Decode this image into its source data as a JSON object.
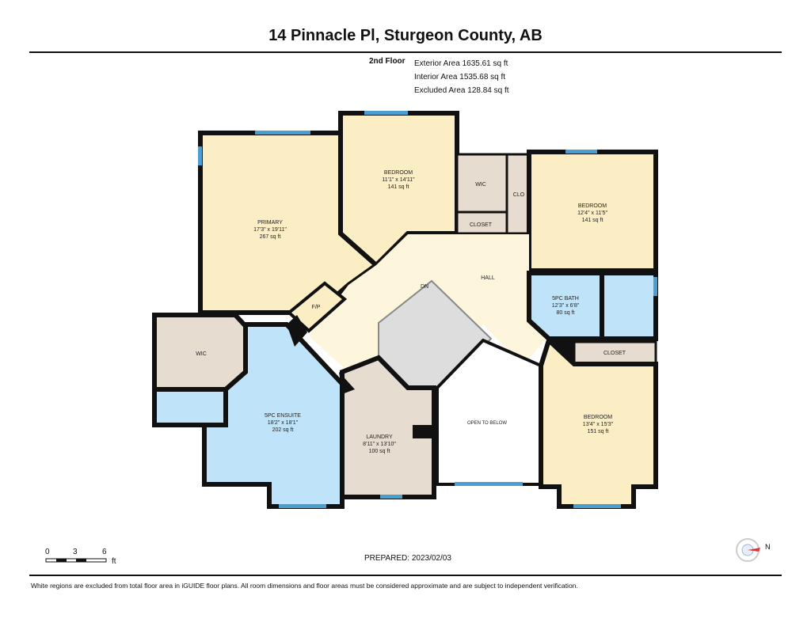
{
  "header": {
    "title": "14 Pinnacle Pl, Sturgeon County, AB"
  },
  "floor": {
    "name": "2nd Floor",
    "exterior_area": "Exterior Area 1635.61 sq ft",
    "interior_area": "Interior Area 1535.68 sq ft",
    "excluded_area": "Excluded Area 128.84 sq ft"
  },
  "rooms": {
    "primary": {
      "name": "PRIMARY",
      "dims": "17'3\" x 19'11\"",
      "area": "267 sq ft"
    },
    "bedroom1": {
      "name": "BEDROOM",
      "dims": "11'1\" x 14'11\"",
      "area": "141 sq ft"
    },
    "bedroom2": {
      "name": "BEDROOM",
      "dims": "12'4\" x 11'5\"",
      "area": "141 sq ft"
    },
    "bath": {
      "name": "5PC BATH",
      "dims": "12'3\" x 6'8\"",
      "area": "80 sq ft"
    },
    "bedroom3": {
      "name": "BEDROOM",
      "dims": "13'4\" x 15'3\"",
      "area": "151 sq ft"
    },
    "ensuite": {
      "name": "5PC ENSUITE",
      "dims": "18'2\" x 18'1\"",
      "area": "202 sq ft"
    },
    "laundry": {
      "name": "LAUNDRY",
      "dims": "8'11\" x 13'10\"",
      "area": "100 sq ft"
    },
    "wic1": "WIC",
    "wic2": "WIC",
    "clo": "CLO",
    "closet1": "CLOSET",
    "closet2": "CLOSET",
    "hall": "HALL",
    "dn": "DN",
    "fp": "F/P",
    "open": "OPEN TO BELOW"
  },
  "colors": {
    "bedroom": "#fbedc4",
    "bath": "#bfe3f8",
    "utility": "#e6ddd0",
    "hall": "#fdf6dd",
    "window": "#4a9fd0"
  },
  "scale": {
    "t0": "0",
    "t3": "3",
    "t6": "6",
    "unit": "ft"
  },
  "footer": {
    "prepared": "PREPARED:  2023/02/03",
    "disclaimer": "White regions are excluded from total floor area in iGUIDE floor plans. All room dimensions and floor areas must be considered approximate and are subject to independent verification."
  },
  "compass": {
    "label": "N"
  }
}
